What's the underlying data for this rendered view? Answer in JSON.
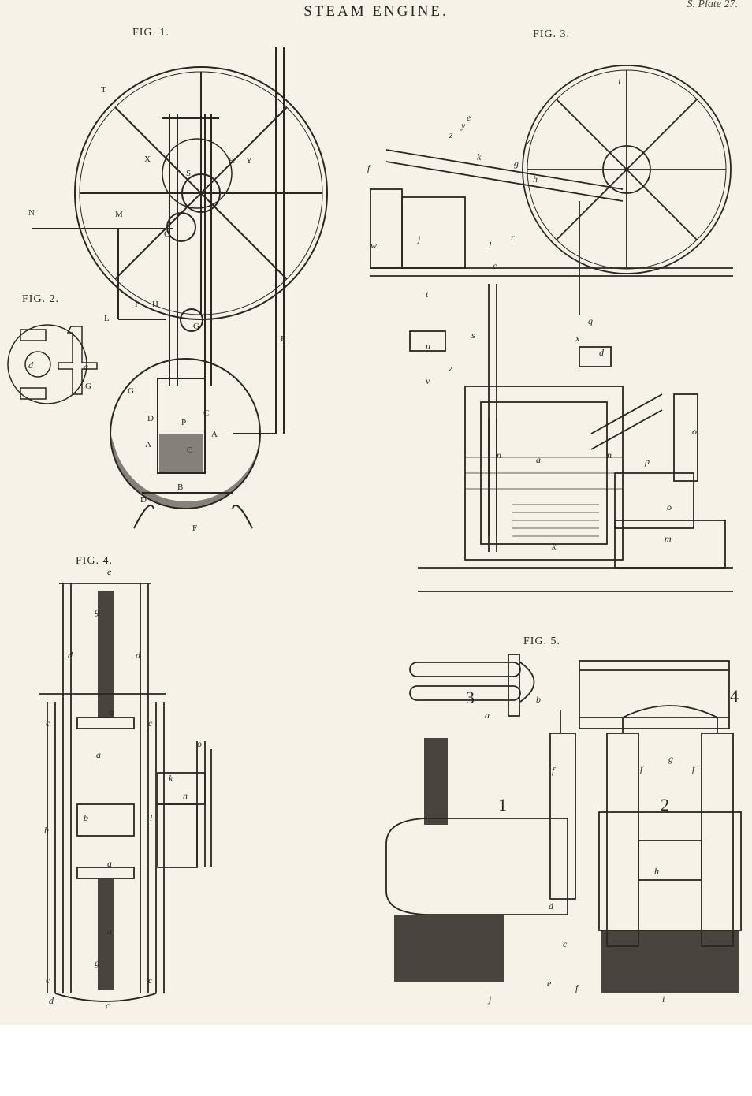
{
  "plate": {
    "title": "STEAM ENGINE.",
    "plate_number": "S. Plate 27.",
    "figures": {
      "fig1": "FIG. 1.",
      "fig2": "FIG. 2.",
      "fig3": "FIG. 3.",
      "fig4": "FIG. 4.",
      "fig5": "FIG. 5."
    },
    "fig5_numbers": [
      "3",
      "4",
      "1",
      "2"
    ],
    "fig1_labels": [
      "T",
      "X",
      "S",
      "R",
      "Y",
      "N",
      "M",
      "O",
      "L",
      "I",
      "H",
      "G",
      "G",
      "D",
      "P",
      "C",
      "A",
      "A",
      "C",
      "B",
      "D",
      "F",
      "E"
    ],
    "fig2_labels": [
      "d",
      "a",
      "G"
    ],
    "fig3_labels": [
      "i",
      "e",
      "y",
      "z",
      "z",
      "f",
      "k",
      "g",
      "h",
      "j",
      "w",
      "l",
      "r",
      "c",
      "t",
      "s",
      "u",
      "v",
      "v",
      "x",
      "q",
      "d",
      "a",
      "n",
      "n",
      "p",
      "o",
      "o",
      "m",
      "k"
    ],
    "fig4_labels": [
      "e",
      "g",
      "d",
      "d",
      "a",
      "c",
      "c",
      "a",
      "k",
      "o",
      "n",
      "h",
      "b",
      "l",
      "a",
      "a",
      "g",
      "c",
      "c",
      "d",
      "c"
    ],
    "fig5_labels": [
      "a",
      "b",
      "g",
      "f",
      "f",
      "f",
      "f",
      "d",
      "c",
      "e",
      "h",
      "i",
      "j"
    ]
  }
}
